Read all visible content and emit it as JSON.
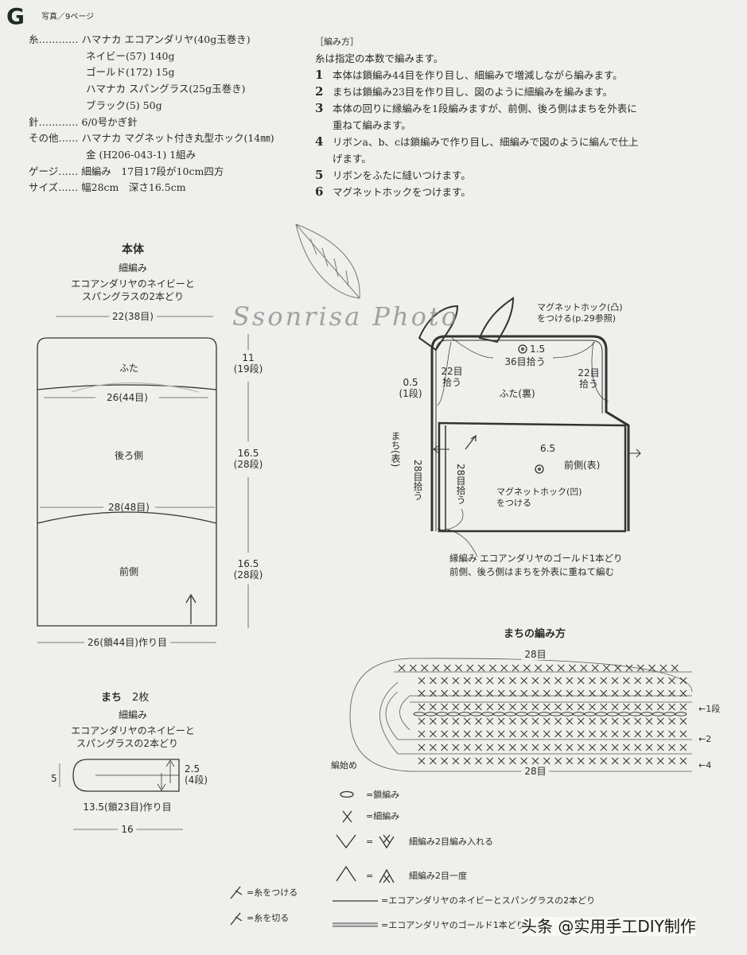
{
  "header": {
    "letter": "G",
    "photo_ref": "写真／9ページ"
  },
  "materials": [
    {
      "label": "糸",
      "leader": "…………",
      "lines": [
        "ハマナカ エコアンダリヤ(40g玉巻き)",
        "ネイビー(57) 140g",
        "ゴールド(172) 15g",
        "ハマナカ スパングラス(25g玉巻き)",
        "ブラック(5) 50g"
      ]
    },
    {
      "label": "針",
      "leader": "…………",
      "lines": [
        "6/0号かぎ針"
      ]
    },
    {
      "label": "その他",
      "leader": "……",
      "lines": [
        "ハマナカ マグネット付き丸型ホック(14㎜)",
        "金 (H206-043-1) 1組み"
      ]
    },
    {
      "label": "ゲージ",
      "leader": "……",
      "lines": [
        "細編み　17目17段が10cm四方"
      ]
    },
    {
      "label": "サイズ",
      "leader": "……",
      "lines": [
        "幅28cm　深さ16.5cm"
      ]
    }
  ],
  "instructions": {
    "heading": "［編み方］",
    "intro": "糸は指定の本数で編みます。",
    "steps": [
      {
        "num": "1",
        "lines": [
          "本体は鎖編み44目を作り目し、細編みで増減しながら編みます。"
        ]
      },
      {
        "num": "2",
        "lines": [
          "まちは鎖編み23目を作り目し、図のように細編みを編みます。"
        ]
      },
      {
        "num": "3",
        "lines": [
          "本体の回りに縁編みを1段編みますが、前側、後ろ側はまちを外表に",
          "重ねて編みます。"
        ]
      },
      {
        "num": "4",
        "lines": [
          "リボンa、b、cは鎖編みで作り目し、細編みで図のように編んで仕上",
          "げます。"
        ]
      },
      {
        "num": "5",
        "lines": [
          "リボンをふたに縫いつけます。"
        ]
      },
      {
        "num": "6",
        "lines": [
          "マグネットホックをつけます。"
        ]
      }
    ]
  },
  "body_diagram": {
    "title": "本体",
    "stitch": "細編み",
    "yarn": [
      "エコアンダリヤのネイビーと",
      "スパングラスの2本どり"
    ],
    "top_width": "22(38目)",
    "flap": "ふた",
    "mid_width1": "26(44目)",
    "back": "後ろ側",
    "mid_width2": "28(48目)",
    "front": "前側",
    "bottom_width": "26(鎖44目)作り目",
    "dim_flap": [
      "11",
      "(19段)"
    ],
    "dim_back": [
      "16.5",
      "(28段)"
    ],
    "dim_front": [
      "16.5",
      "(28段)"
    ]
  },
  "gusset_diagram": {
    "title": "まち",
    "count": "2枚",
    "stitch": "細編み",
    "yarn": [
      "エコアンダリヤのネイビーと",
      "スパングラスの2本どり"
    ],
    "height": "5",
    "inner": [
      "2.5",
      "(4段)"
    ],
    "chain": "13.5(鎖23目)作り目",
    "width": "16"
  },
  "bag_diagram": {
    "hook_top": [
      "マグネットホック(凸)",
      "をつける(p.29参照)"
    ],
    "hook_offset_top": "1.5",
    "pick_top": "36目拾う",
    "pick_left": [
      "22目",
      "拾う"
    ],
    "pick_right": [
      "22目",
      "拾う"
    ],
    "edge": [
      "0.5",
      "(1段)"
    ],
    "flap_back": "ふた(裏)",
    "gusset": "まち(表)",
    "pick_side1": "28目拾う",
    "pick_side2": "28目拾う",
    "hook_offset_front": "6.5",
    "front": "前側(表)",
    "hook_bottom": [
      "マグネットホック(凹)",
      "をつける"
    ],
    "border_note": [
      "縁編み エコアンダリヤのゴールド1本どり",
      "前側、後ろ側はまちを外表に重ねて編む"
    ]
  },
  "gusset_chart": {
    "title": "まちの編み方",
    "top_count": "28目",
    "bottom_count": "28目",
    "start": "編始め",
    "row_labels": [
      "1段",
      "2",
      "4"
    ]
  },
  "legend": {
    "chain": "=鎖編み",
    "sc": "=細編み",
    "inc": "細編み2目編み入れる",
    "dec": "細編み2目一度",
    "join": "=糸をつける",
    "cut": "=糸を切る",
    "line_navy": "=エコアンダリヤのネイビーとスパングラスの2本どり",
    "line_gold": "=エコアンダリヤのゴールド1本どり",
    "eq": "="
  },
  "watermarks": {
    "script": "Ssonrisa Photo",
    "credit": "头条 @实用手工DIY制作"
  },
  "colors": {
    "paper": "#efefec",
    "ink": "#2b2b2b",
    "gold_line": "#a9a9a9"
  }
}
